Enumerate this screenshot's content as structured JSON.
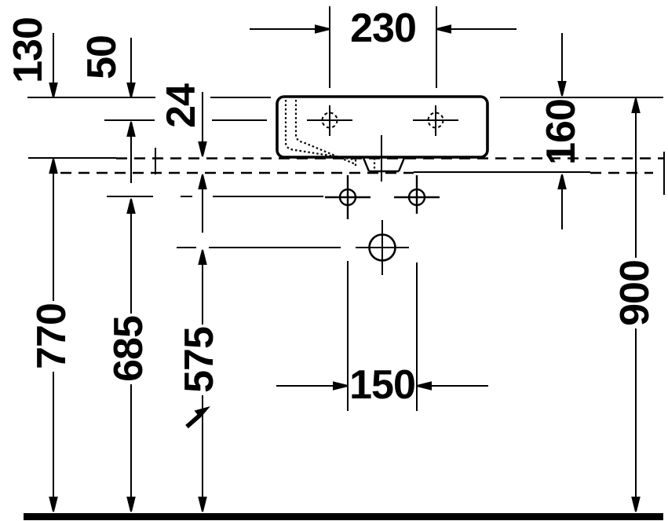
{
  "drawing": {
    "type": "technical-dimension-drawing",
    "subject": "wall-mounted washbasin front elevation",
    "units": "mm",
    "colors": {
      "line": "#000000",
      "background": "#ffffff"
    },
    "dimensions": {
      "tap_hole_spacing": "230",
      "rim_to_mounting_line": "130",
      "rim_to_tap_line": "50",
      "mounting_gap": "24",
      "rim_to_siphon_line": "160",
      "rim_height": "900",
      "underside_height": "770",
      "fixing_hole_height": "685",
      "drain_center_height": "575",
      "fixing_hole_spacing": "150"
    }
  }
}
